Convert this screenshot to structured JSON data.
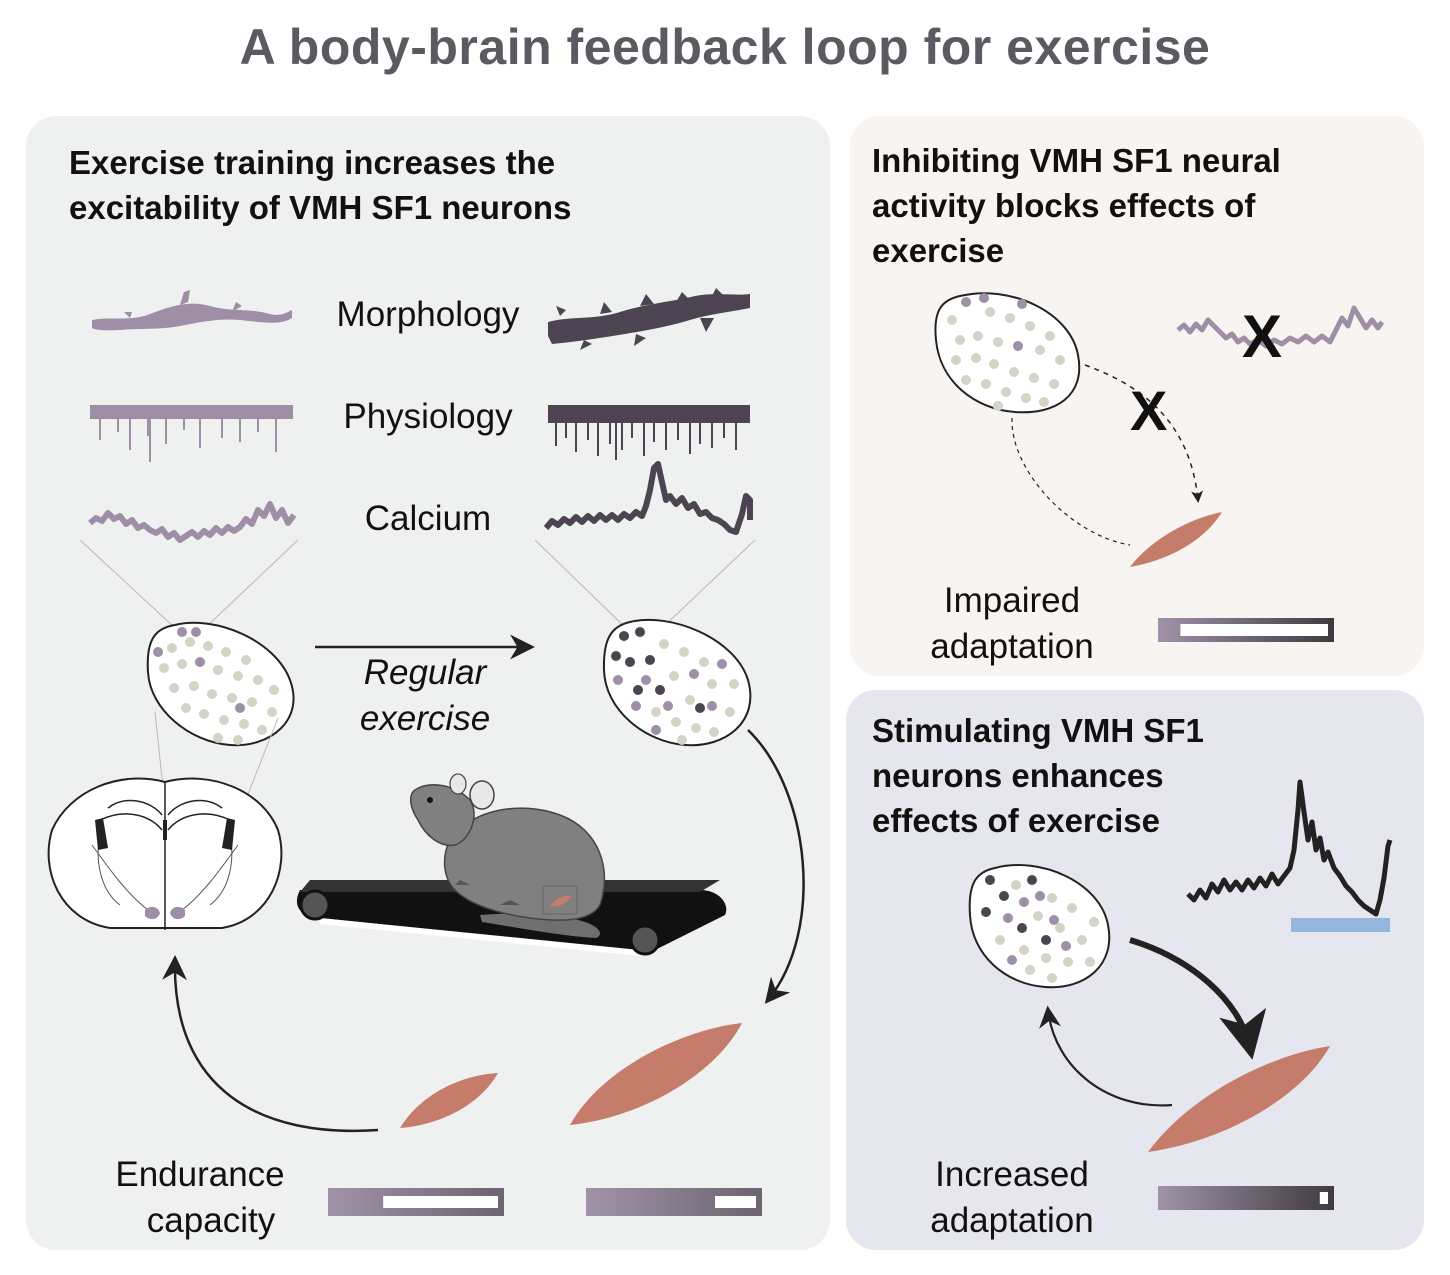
{
  "title": "A body-brain feedback loop for exercise",
  "panels": {
    "left": {
      "title_line1": "Exercise training increases the",
      "title_line2": "excitability of VMH SF1 neurons",
      "rows": [
        "Morphology",
        "Physiology",
        "Calcium"
      ],
      "arrow_label_line1": "Regular",
      "arrow_label_line2": "exercise",
      "endurance_line1": "Endurance",
      "endurance_line2": "capacity",
      "endurance_before_level": 0.3,
      "endurance_after_level": 0.75
    },
    "top_right": {
      "title_line1": "Inhibiting VMH SF1 neural",
      "title_line2": "activity blocks effects of",
      "title_line3": "exercise",
      "block_mark": "X",
      "label_line1": "Impaired",
      "label_line2": "adaptation",
      "level": 0.1
    },
    "bottom_right": {
      "title_line1": "Stimulating VMH SF1",
      "title_line2": "neurons enhances",
      "title_line3": "effects of exercise",
      "label_line1": "Increased",
      "label_line2": "adaptation",
      "level": 0.95
    }
  },
  "colors": {
    "title_text": "#5d5960",
    "light_neuron": "#9e8fa6",
    "dark_neuron": "#4c4551",
    "muscle": "#c67c6a",
    "light_blue_bar": "#95b6dc",
    "panel_left_bg": "#eff1f0",
    "panel_tr_bg": "#f8f4f1",
    "panel_br_bg": "#e6e7ee"
  }
}
